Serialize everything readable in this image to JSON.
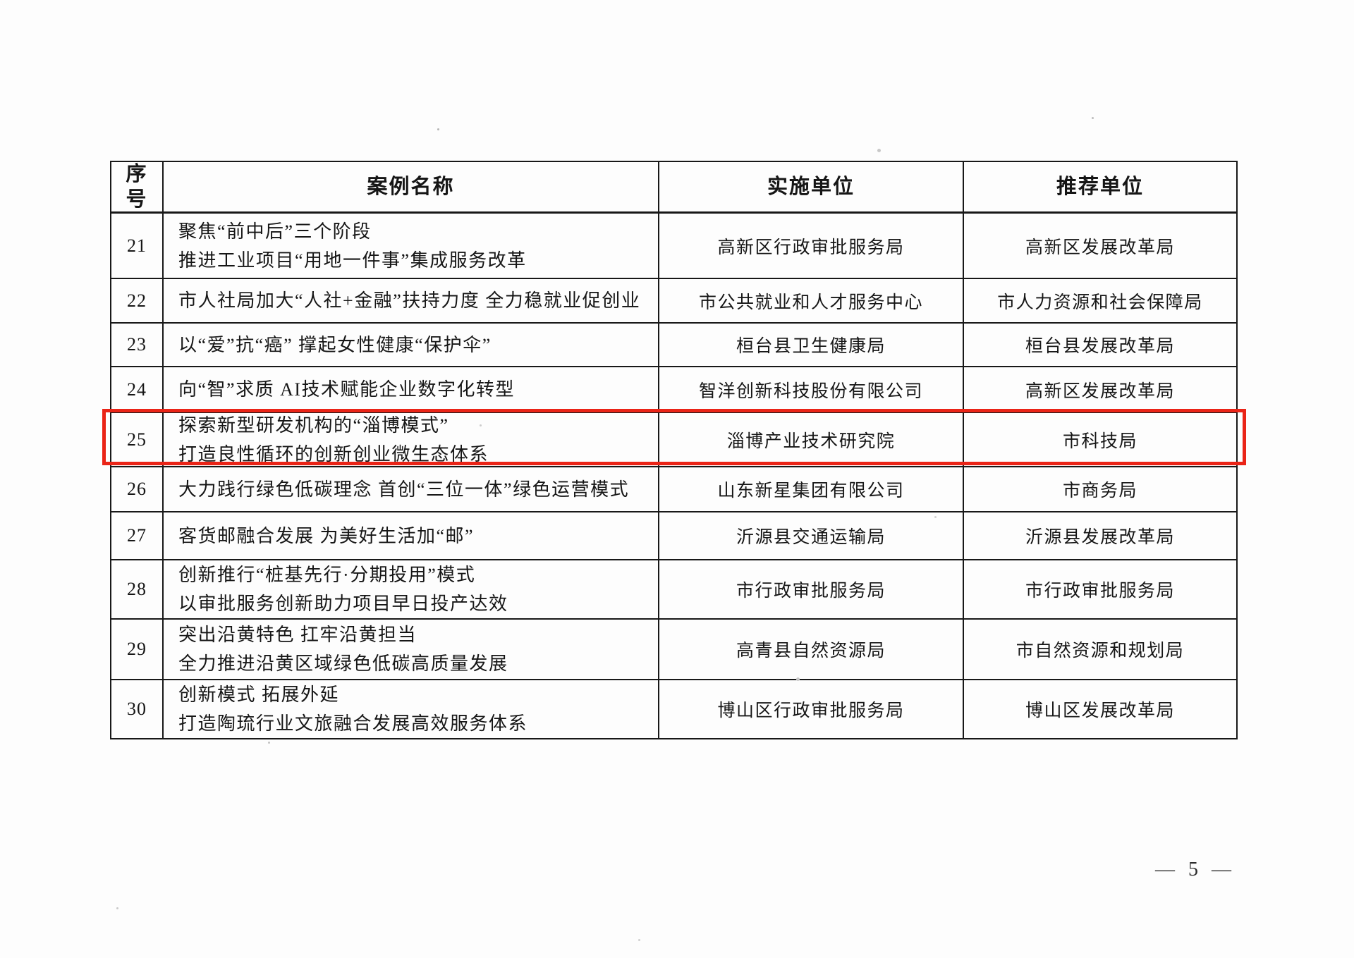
{
  "page": {
    "number_label": "— 5 —"
  },
  "highlight": {
    "row_no": "25",
    "color": "#ea2417"
  },
  "table": {
    "headers": {
      "index_lines": [
        "序",
        "号"
      ],
      "case": "案例名称",
      "implementer": "实施单位",
      "recommender": "推荐单位"
    },
    "rows": [
      {
        "no": "21",
        "case_lines": [
          "聚焦“前中后”三个阶段",
          "推进工业项目“用地一件事”集成服务改革"
        ],
        "implementer": "高新区行政审批服务局",
        "recommender": "高新区发展改革局",
        "highlighted": false
      },
      {
        "no": "22",
        "case_lines": [
          "市人社局加大“人社+金融”扶持力度 全力稳就业促创业"
        ],
        "implementer": "市公共就业和人才服务中心",
        "recommender": "市人力资源和社会保障局",
        "highlighted": false
      },
      {
        "no": "23",
        "case_lines": [
          "以“爱”抗“癌” 撑起女性健康“保护伞”"
        ],
        "implementer": "桓台县卫生健康局",
        "recommender": "桓台县发展改革局",
        "highlighted": false
      },
      {
        "no": "24",
        "case_lines": [
          "向“智”求质 AI技术赋能企业数字化转型"
        ],
        "implementer": "智洋创新科技股份有限公司",
        "recommender": "高新区发展改革局",
        "highlighted": false
      },
      {
        "no": "25",
        "case_lines": [
          "探索新型研发机构的“淄博模式”",
          "打造良性循环的创新创业微生态体系"
        ],
        "implementer": "淄博产业技术研究院",
        "recommender": "市科技局",
        "highlighted": true
      },
      {
        "no": "26",
        "case_lines": [
          "大力践行绿色低碳理念 首创“三位一体”绿色运营模式"
        ],
        "implementer": "山东新星集团有限公司",
        "recommender": "市商务局",
        "highlighted": false
      },
      {
        "no": "27",
        "case_lines": [
          "客货邮融合发展 为美好生活加“邮”"
        ],
        "implementer": "沂源县交通运输局",
        "recommender": "沂源县发展改革局",
        "highlighted": false
      },
      {
        "no": "28",
        "case_lines": [
          "创新推行“桩基先行·分期投用”模式",
          "以审批服务创新助力项目早日投产达效"
        ],
        "implementer": "市行政审批服务局",
        "recommender": "市行政审批服务局",
        "highlighted": false
      },
      {
        "no": "29",
        "case_lines": [
          "突出沿黄特色 扛牢沿黄担当",
          "全力推进沿黄区域绿色低碳高质量发展"
        ],
        "implementer": "高青县自然资源局",
        "recommender": "市自然资源和规划局",
        "highlighted": false
      },
      {
        "no": "30",
        "case_lines": [
          "创新模式 拓展外延",
          "打造陶琉行业文旅融合发展高效服务体系"
        ],
        "implementer": "博山区行政审批服务局",
        "recommender": "博山区发展改革局",
        "highlighted": false
      }
    ]
  }
}
